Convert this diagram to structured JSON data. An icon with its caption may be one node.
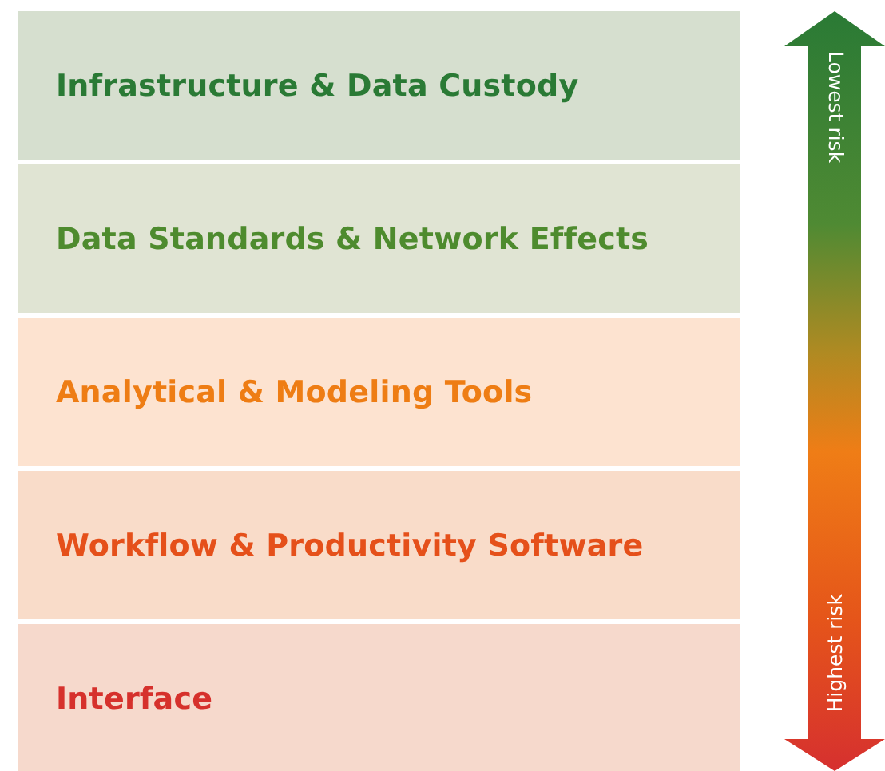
{
  "diagram": {
    "nodes": [
      {
        "text": [
          "Infrastructure & Data Custody"
        ]
      },
      {
        "text": [
          "Data Standards & Network Effects"
        ]
      },
      {
        "text": [
          "Analytical & Modeling Tools"
        ]
      },
      {
        "text": [
          "Workflow & Productivity Software"
        ]
      },
      {
        "text": [
          "Interface"
        ]
      }
    ],
    "labels": [
      "Lowest risk",
      "Highest risk"
    ]
  }
}
